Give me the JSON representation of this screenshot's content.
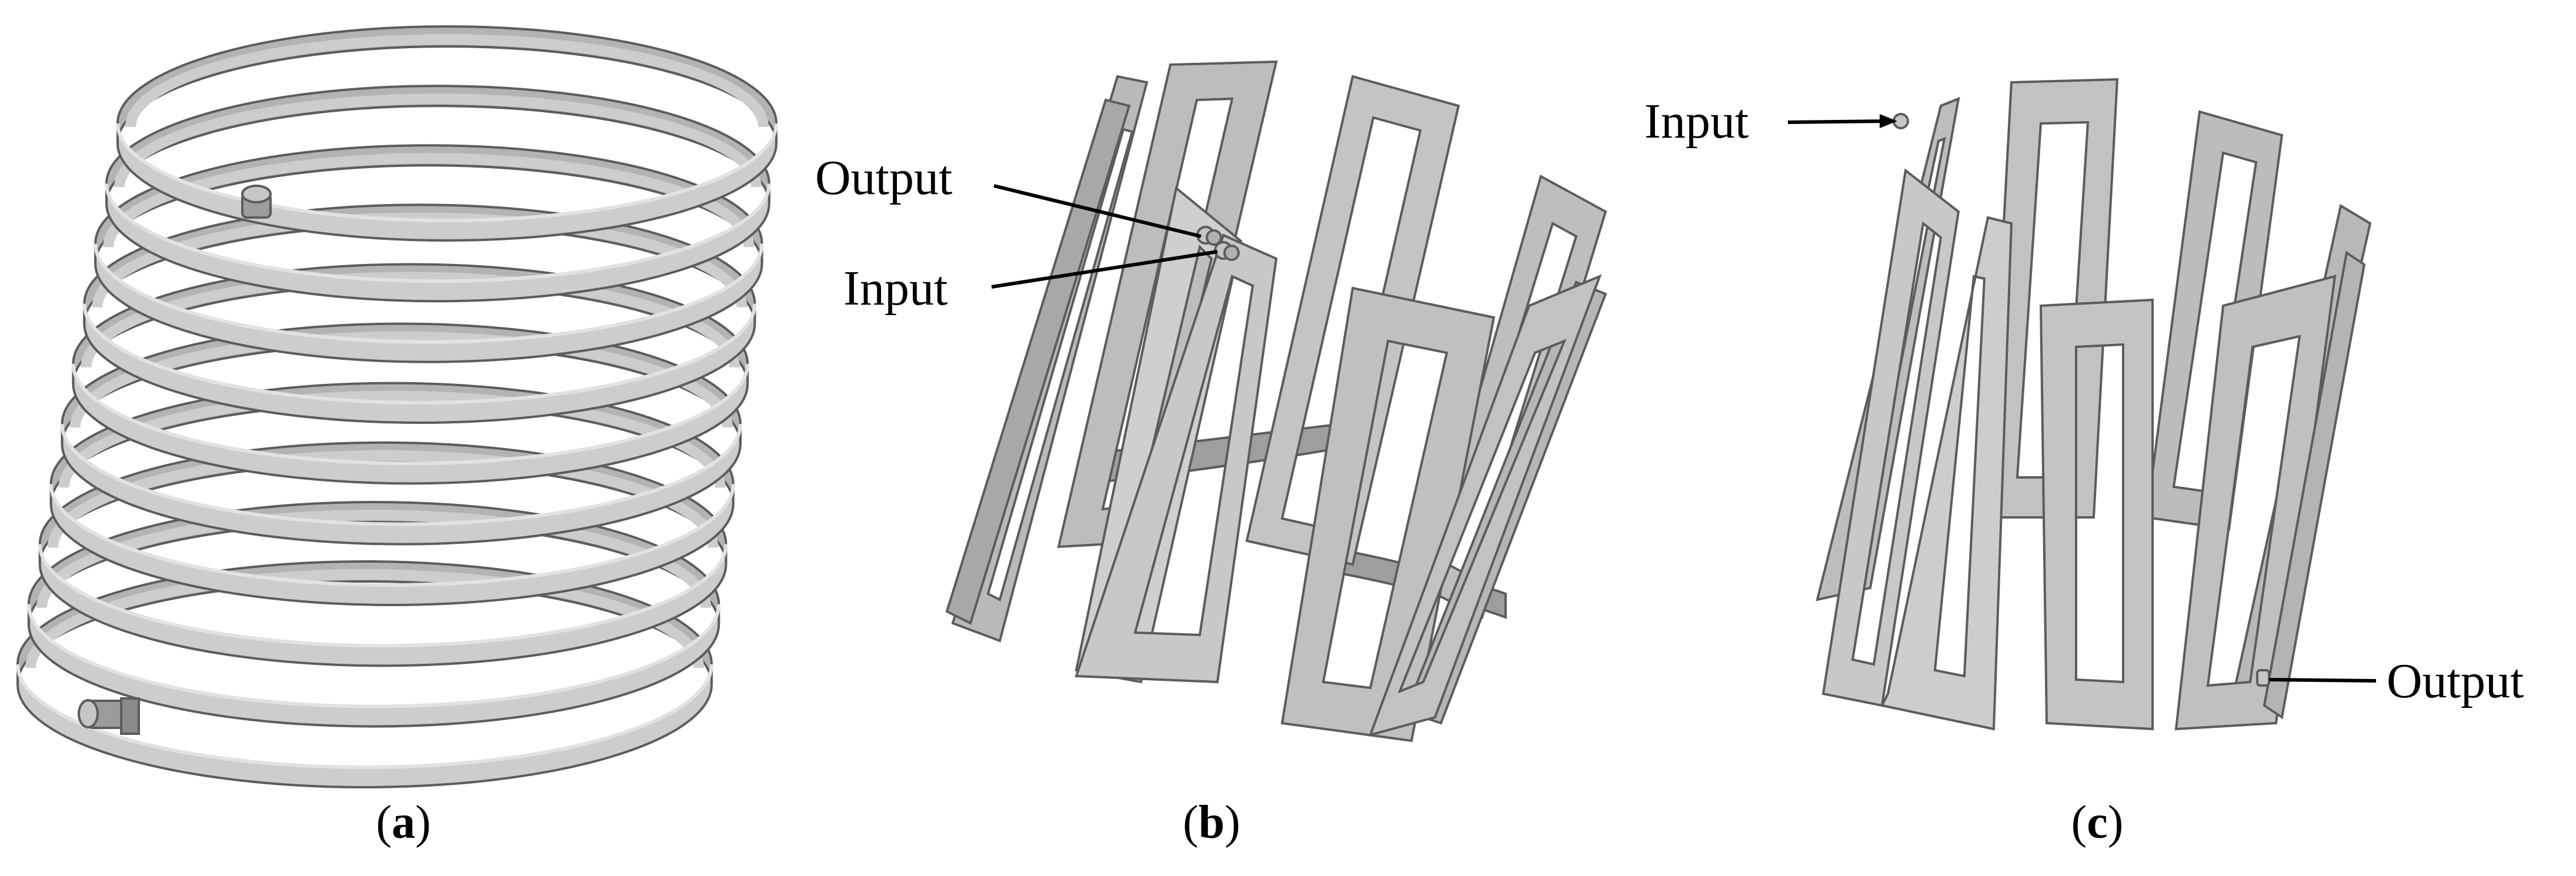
{
  "panels": [
    {
      "id": "a",
      "caption_open": "(",
      "caption_letter": "a",
      "caption_close": ")",
      "callouts": []
    },
    {
      "id": "b",
      "caption_open": "(",
      "caption_letter": "b",
      "caption_close": ")",
      "callouts": [
        {
          "label": "Output"
        },
        {
          "label": "Input"
        }
      ]
    },
    {
      "id": "c",
      "caption_open": "(",
      "caption_letter": "c",
      "caption_close": ")",
      "callouts": [
        {
          "label": "Input"
        },
        {
          "label": "Output"
        }
      ]
    }
  ],
  "colors": {
    "metal_light": "#cdcdcd",
    "metal_mid": "#b3b3b3",
    "metal_dark": "#8a8a8a",
    "edge": "#5c5c5c",
    "background": "#ffffff",
    "text": "#000000"
  }
}
